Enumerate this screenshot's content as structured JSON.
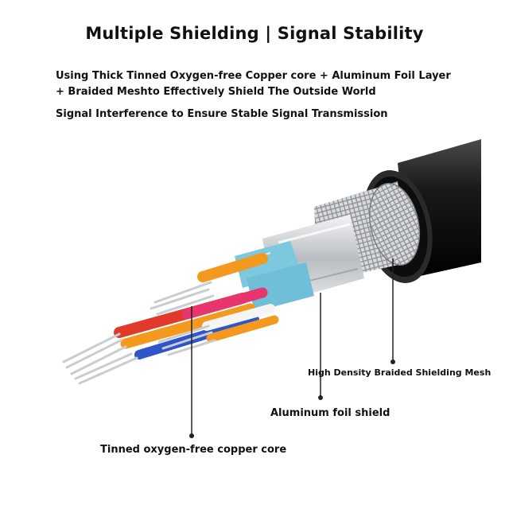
{
  "heading": "Multiple Shielding | Signal Stability",
  "description": {
    "line1": "Using Thick Tinned Oxygen-free Copper core + Aluminum Foil Layer",
    "line2": "+ Braided Meshto Effectively Shield The Outside World",
    "line3": "Signal Interference to Ensure Stable Signal Transmission"
  },
  "callouts": {
    "mesh": "High Density Braided Shielding Mesh",
    "foil": "Aluminum foil shield",
    "core": "Tinned oxygen-free copper core"
  },
  "colors": {
    "jacket": "#1b1b1b",
    "foil_blue": "#7cc8de",
    "wire_red": "#e23a2a",
    "wire_orange": "#f39a1e",
    "wire_pink": "#e8356f",
    "wire_blue": "#2f55c8",
    "copper": "#c9ccd0"
  }
}
